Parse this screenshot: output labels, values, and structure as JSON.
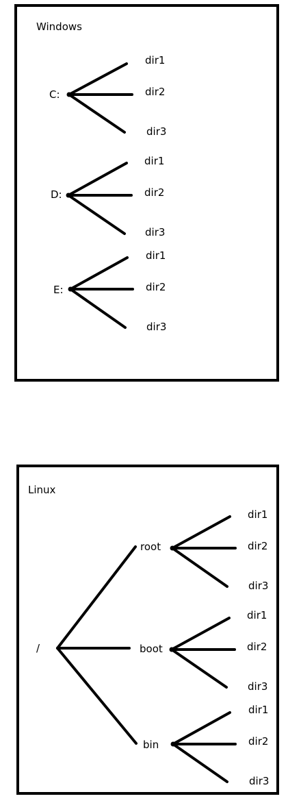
{
  "windows": {
    "title": "Windows",
    "drives": [
      {
        "label": "C:",
        "dirs": [
          "dir1",
          "dir2",
          "dir3"
        ]
      },
      {
        "label": "D:",
        "dirs": [
          "dir1",
          "dir2",
          "dir3"
        ]
      },
      {
        "label": "E:",
        "dirs": [
          "dir1",
          "dir2",
          "dir3"
        ]
      }
    ]
  },
  "linux": {
    "title": "Linux",
    "root_label": "/",
    "folders": [
      {
        "label": "root",
        "dirs": [
          "dir1",
          "dir2",
          "dir3"
        ]
      },
      {
        "label": "boot",
        "dirs": [
          "dir1",
          "dir2",
          "dir3"
        ]
      },
      {
        "label": "bin",
        "dirs": [
          "dir1",
          "dir2",
          "dir3"
        ]
      }
    ]
  },
  "colors": {
    "stroke": "#000000",
    "background": "#ffffff"
  }
}
